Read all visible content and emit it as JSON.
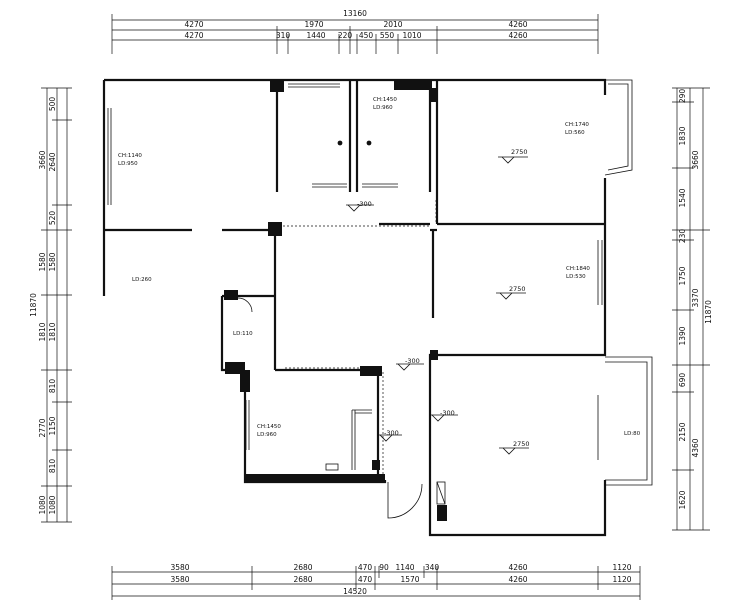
{
  "dimensions": {
    "top_total": "13160",
    "top_row1": [
      "4270",
      "1970",
      "2010",
      "4260"
    ],
    "top_row2": [
      "4270",
      "310",
      "1440",
      "220",
      "450",
      "550",
      "1010",
      "4260"
    ],
    "bottom_row1": [
      "3580",
      "2680",
      "470",
      "90",
      "1140",
      "340",
      "4260",
      "1120"
    ],
    "bottom_row2": [
      "3580",
      "2680",
      "470",
      "1570",
      "4260",
      "1120"
    ],
    "bottom_total": "14520",
    "left_total": "11870",
    "left_col1": [
      "3660",
      "1580",
      "1810",
      "2770",
      "1080"
    ],
    "left_col2": [
      "500",
      "2640",
      "520",
      "1580",
      "1810",
      "810",
      "1150",
      "810",
      "1080"
    ],
    "right_total": "11870",
    "right_col1": [
      "290",
      "1830",
      "1540",
      "230",
      "1750",
      "1390",
      "690",
      "2150",
      "1620"
    ],
    "right_col2": [
      "3660",
      "3370",
      "4360"
    ]
  },
  "room_labels": {
    "top_left": [
      "CH:1140",
      "LD:950"
    ],
    "top_center": [
      "CH:1450",
      "LD:960"
    ],
    "top_right": [
      "CH:1740",
      "LD:560"
    ],
    "left_mid": [
      "LD:260"
    ],
    "right_mid": [
      "CH:1840",
      "LD:530"
    ],
    "small_room": [
      "LD:110"
    ],
    "lower_left": [
      "CH:1450",
      "LD:960"
    ],
    "balcony": [
      "LD:80"
    ]
  },
  "ceiling_heights": [
    "2750",
    "2750",
    "2750",
    "-300",
    "-300",
    "-300",
    "-300"
  ]
}
